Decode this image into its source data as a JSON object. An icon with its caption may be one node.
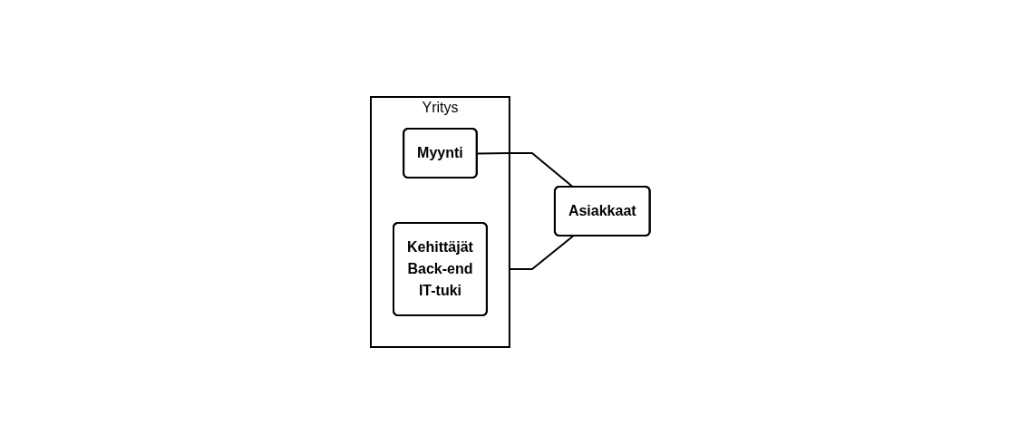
{
  "diagram": {
    "nodes": [
      {
        "text": [
          "Yritys"
        ]
      },
      {
        "text": [
          "Kehittäjät",
          "Back-end",
          "IT-tuki"
        ],
        "in": 0
      },
      {
        "text": [
          "Myynti"
        ],
        "in": 0
      },
      {
        "text": [
          "Asiakkaat"
        ]
      }
    ],
    "edges": [
      {
        "from": 0,
        "to": 3,
        "arrow": "none"
      },
      {
        "from": 2,
        "to": 3,
        "arrow": "none"
      }
    ]
  }
}
